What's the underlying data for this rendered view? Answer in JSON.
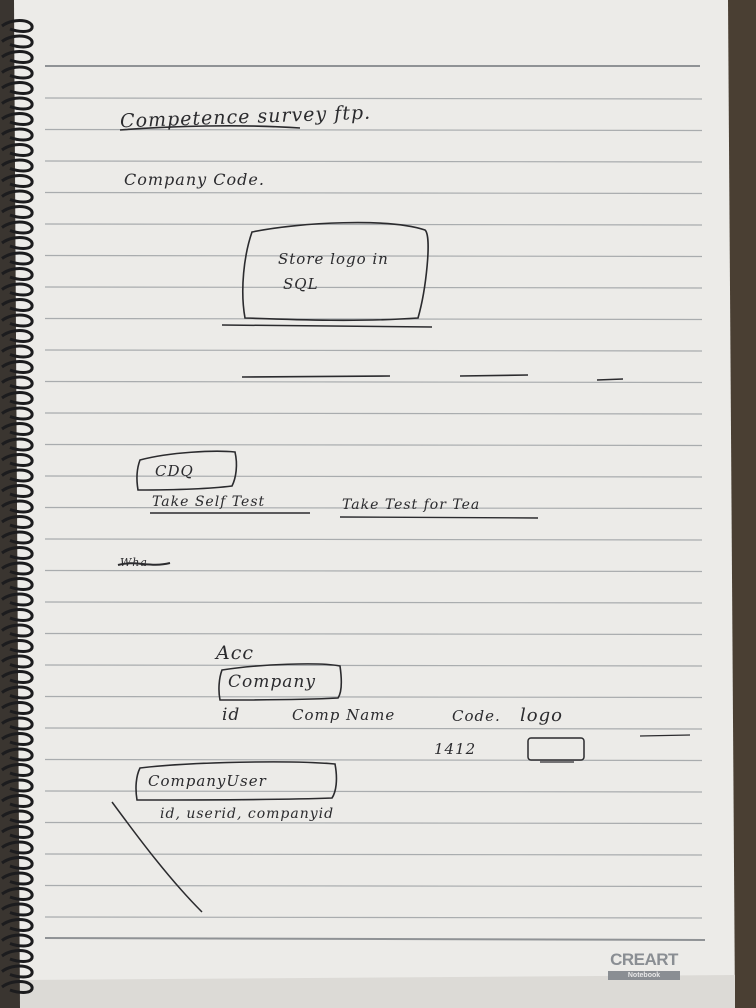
{
  "scene": {
    "description_colors": {
      "paper": "#ecebe8",
      "rule_line": "#a9acae",
      "ink": "#2b2b2e",
      "background": "#3a3530",
      "spiral": "#1c1c1e"
    }
  },
  "notes": {
    "title": "Competence survey ftp.",
    "company_code": "Company Code.",
    "box_store_logo_line1": "Store logo in",
    "box_store_logo_line2": "SQL",
    "cdq_label": "CDQ",
    "take_self_test": "Take Self Test",
    "take_test_for_team": "Take Test for Tea",
    "scribble": "Wha",
    "acc": "Acc",
    "company_table": "Company",
    "col_id": "id",
    "col_comp_name": "Comp Name",
    "col_code": "Code.",
    "col_logo": "logo",
    "sample_code": "1412",
    "company_user_table": "CompanyUser",
    "company_user_cols": "id, userid, companyid"
  },
  "brand": {
    "name": "CREART",
    "tagline": "Notebook"
  }
}
